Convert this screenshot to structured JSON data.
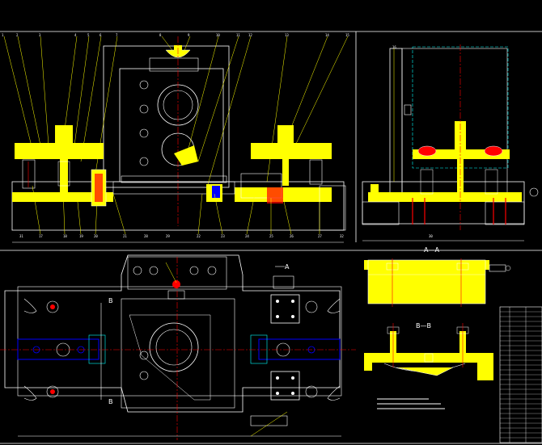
{
  "sections": {
    "aa_title": "A—A",
    "bb_title": "B—B",
    "a_mark": "A",
    "b_mark_top": "B",
    "b_mark_bottom": "B"
  },
  "colors": {
    "background": "#000000",
    "outline": "#ffffff",
    "section_fill": "#ffff00",
    "centerline": "#ff0000",
    "leader": "#ffff00",
    "hidden": "#00ffff",
    "secondary": "#0000ff"
  },
  "balloons_top": [
    "1",
    "2",
    "3",
    "4",
    "5",
    "6",
    "7",
    "8",
    "9",
    "10",
    "11",
    "12",
    "13",
    "14",
    "15",
    "16"
  ],
  "balloons_bottom": [
    "17",
    "18",
    "19",
    "20",
    "21",
    "22",
    "23",
    "24",
    "25",
    "26",
    "27",
    "28",
    "29",
    "30",
    "31",
    "32"
  ]
}
